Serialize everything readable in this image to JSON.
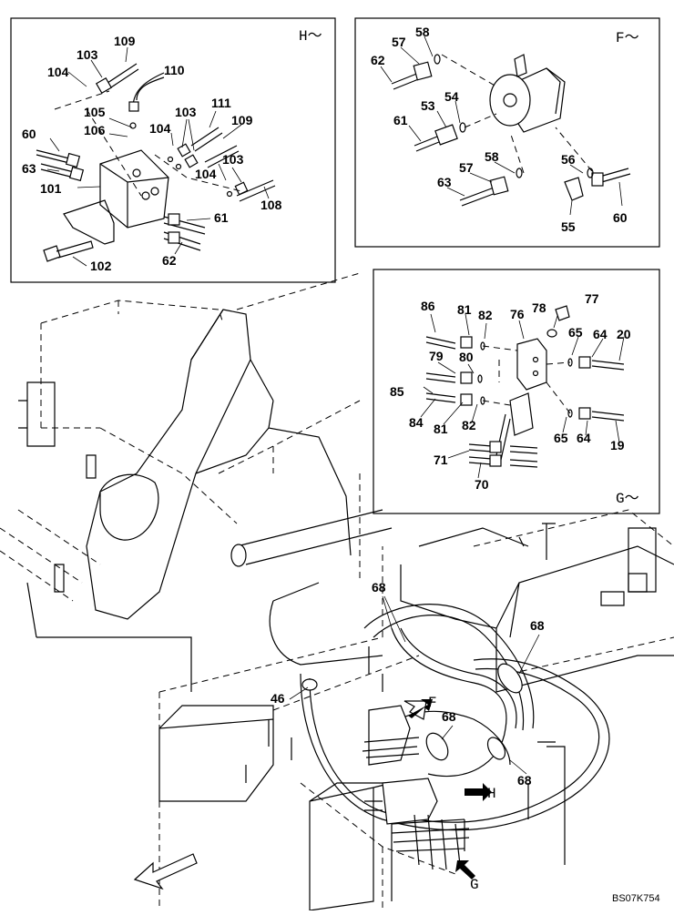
{
  "drawing_code": "BS07K754",
  "views": {
    "h": {
      "tag": "H～"
    },
    "f": {
      "tag": "F～"
    },
    "g": {
      "tag": "G～"
    }
  },
  "callouts": {
    "h": [
      "109",
      "103",
      "104",
      "110",
      "105",
      "106",
      "104",
      "103",
      "111",
      "109",
      "60",
      "63",
      "101",
      "104",
      "103",
      "108",
      "61",
      "62",
      "102"
    ],
    "f": [
      "58",
      "57",
      "62",
      "53",
      "54",
      "61",
      "58",
      "57",
      "63",
      "56",
      "55",
      "60"
    ],
    "g": [
      "86",
      "81",
      "82",
      "76",
      "78",
      "77",
      "79",
      "80",
      "65",
      "64",
      "20",
      "85",
      "84",
      "81",
      "82",
      "65",
      "64",
      "19",
      "71",
      "70"
    ],
    "main": [
      "68",
      "68",
      "46",
      "68",
      "68"
    ]
  },
  "pointers": [
    "F",
    "H",
    "G"
  ]
}
